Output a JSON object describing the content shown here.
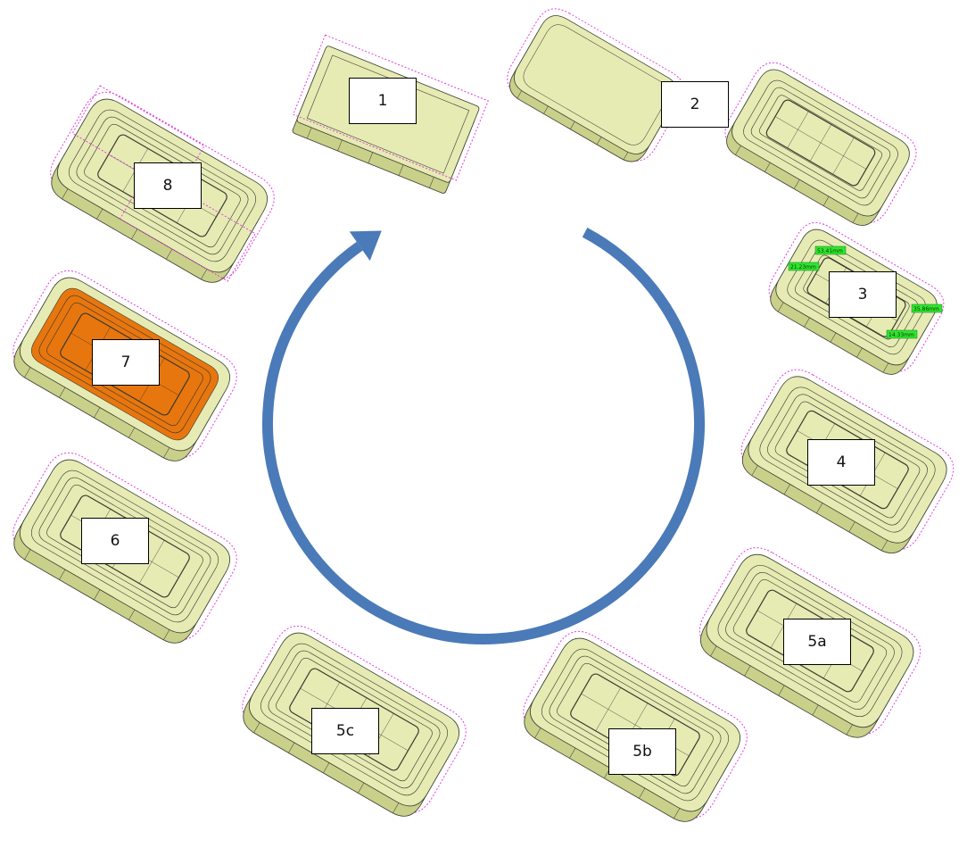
{
  "steps": [
    {
      "label": "1"
    },
    {
      "label": "2"
    },
    {
      "label": "3",
      "measurements": [
        "53.41mm",
        "21.23mm",
        "35.86mm",
        "14.33mm"
      ]
    },
    {
      "label": "4"
    },
    {
      "label": "5a"
    },
    {
      "label": "5b"
    },
    {
      "label": "5c"
    },
    {
      "label": "6"
    },
    {
      "label": "7"
    },
    {
      "label": "8"
    }
  ],
  "colors": {
    "part_body": "#e6ebb4",
    "part_side": "#c9d08a",
    "part_edge": "#3a3a30",
    "boundary_dashed": "#e040e0",
    "highlight_pocket": "#e8760e",
    "cycle_arrow": "#4a7ab8",
    "measure_tag": "#2ee62e"
  },
  "cycle_arrow": {
    "direction": "clockwise"
  }
}
